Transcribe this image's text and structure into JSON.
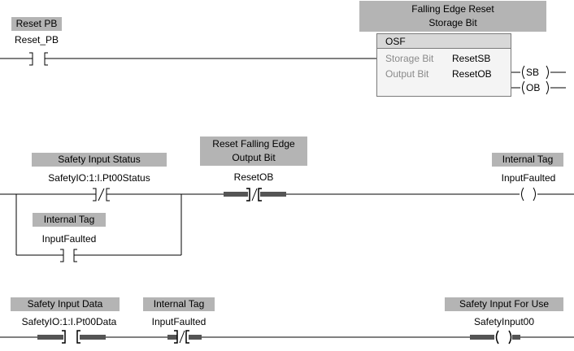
{
  "rung0": {
    "contact": {
      "description": "Reset PB",
      "tag": "Reset_PB"
    },
    "osf": {
      "description_line1": "Falling Edge Reset",
      "description_line2": "Storage Bit",
      "title": "OSF",
      "storage_label": "Storage Bit",
      "storage_value": "ResetSB",
      "output_label": "Output Bit",
      "output_value": "ResetOB",
      "out_sb": "SB",
      "out_ob": "OB"
    }
  },
  "rung1": {
    "xio1": {
      "description": "Safety Input Status",
      "tag": "SafetyIO:1:I.Pt00Status"
    },
    "xic_branch": {
      "description": "Internal Tag",
      "tag": "InputFaulted"
    },
    "xio2": {
      "description_line1": "Reset Falling Edge",
      "description_line2": "Output Bit",
      "tag": "ResetOB"
    },
    "coil": {
      "description": "Internal Tag",
      "tag": "InputFaulted"
    }
  },
  "rung2": {
    "xic1": {
      "description": "Safety Input Data",
      "tag": "SafetyIO:1:I.Pt00Data"
    },
    "xio1": {
      "description": "Internal Tag",
      "tag": "InputFaulted"
    },
    "coil": {
      "description": "Safety Input For Use",
      "tag": "SafetyInput00"
    }
  },
  "colors": {
    "description_bg": "#b4b4b4",
    "powerflow": "#555555",
    "wire": "#000000"
  }
}
